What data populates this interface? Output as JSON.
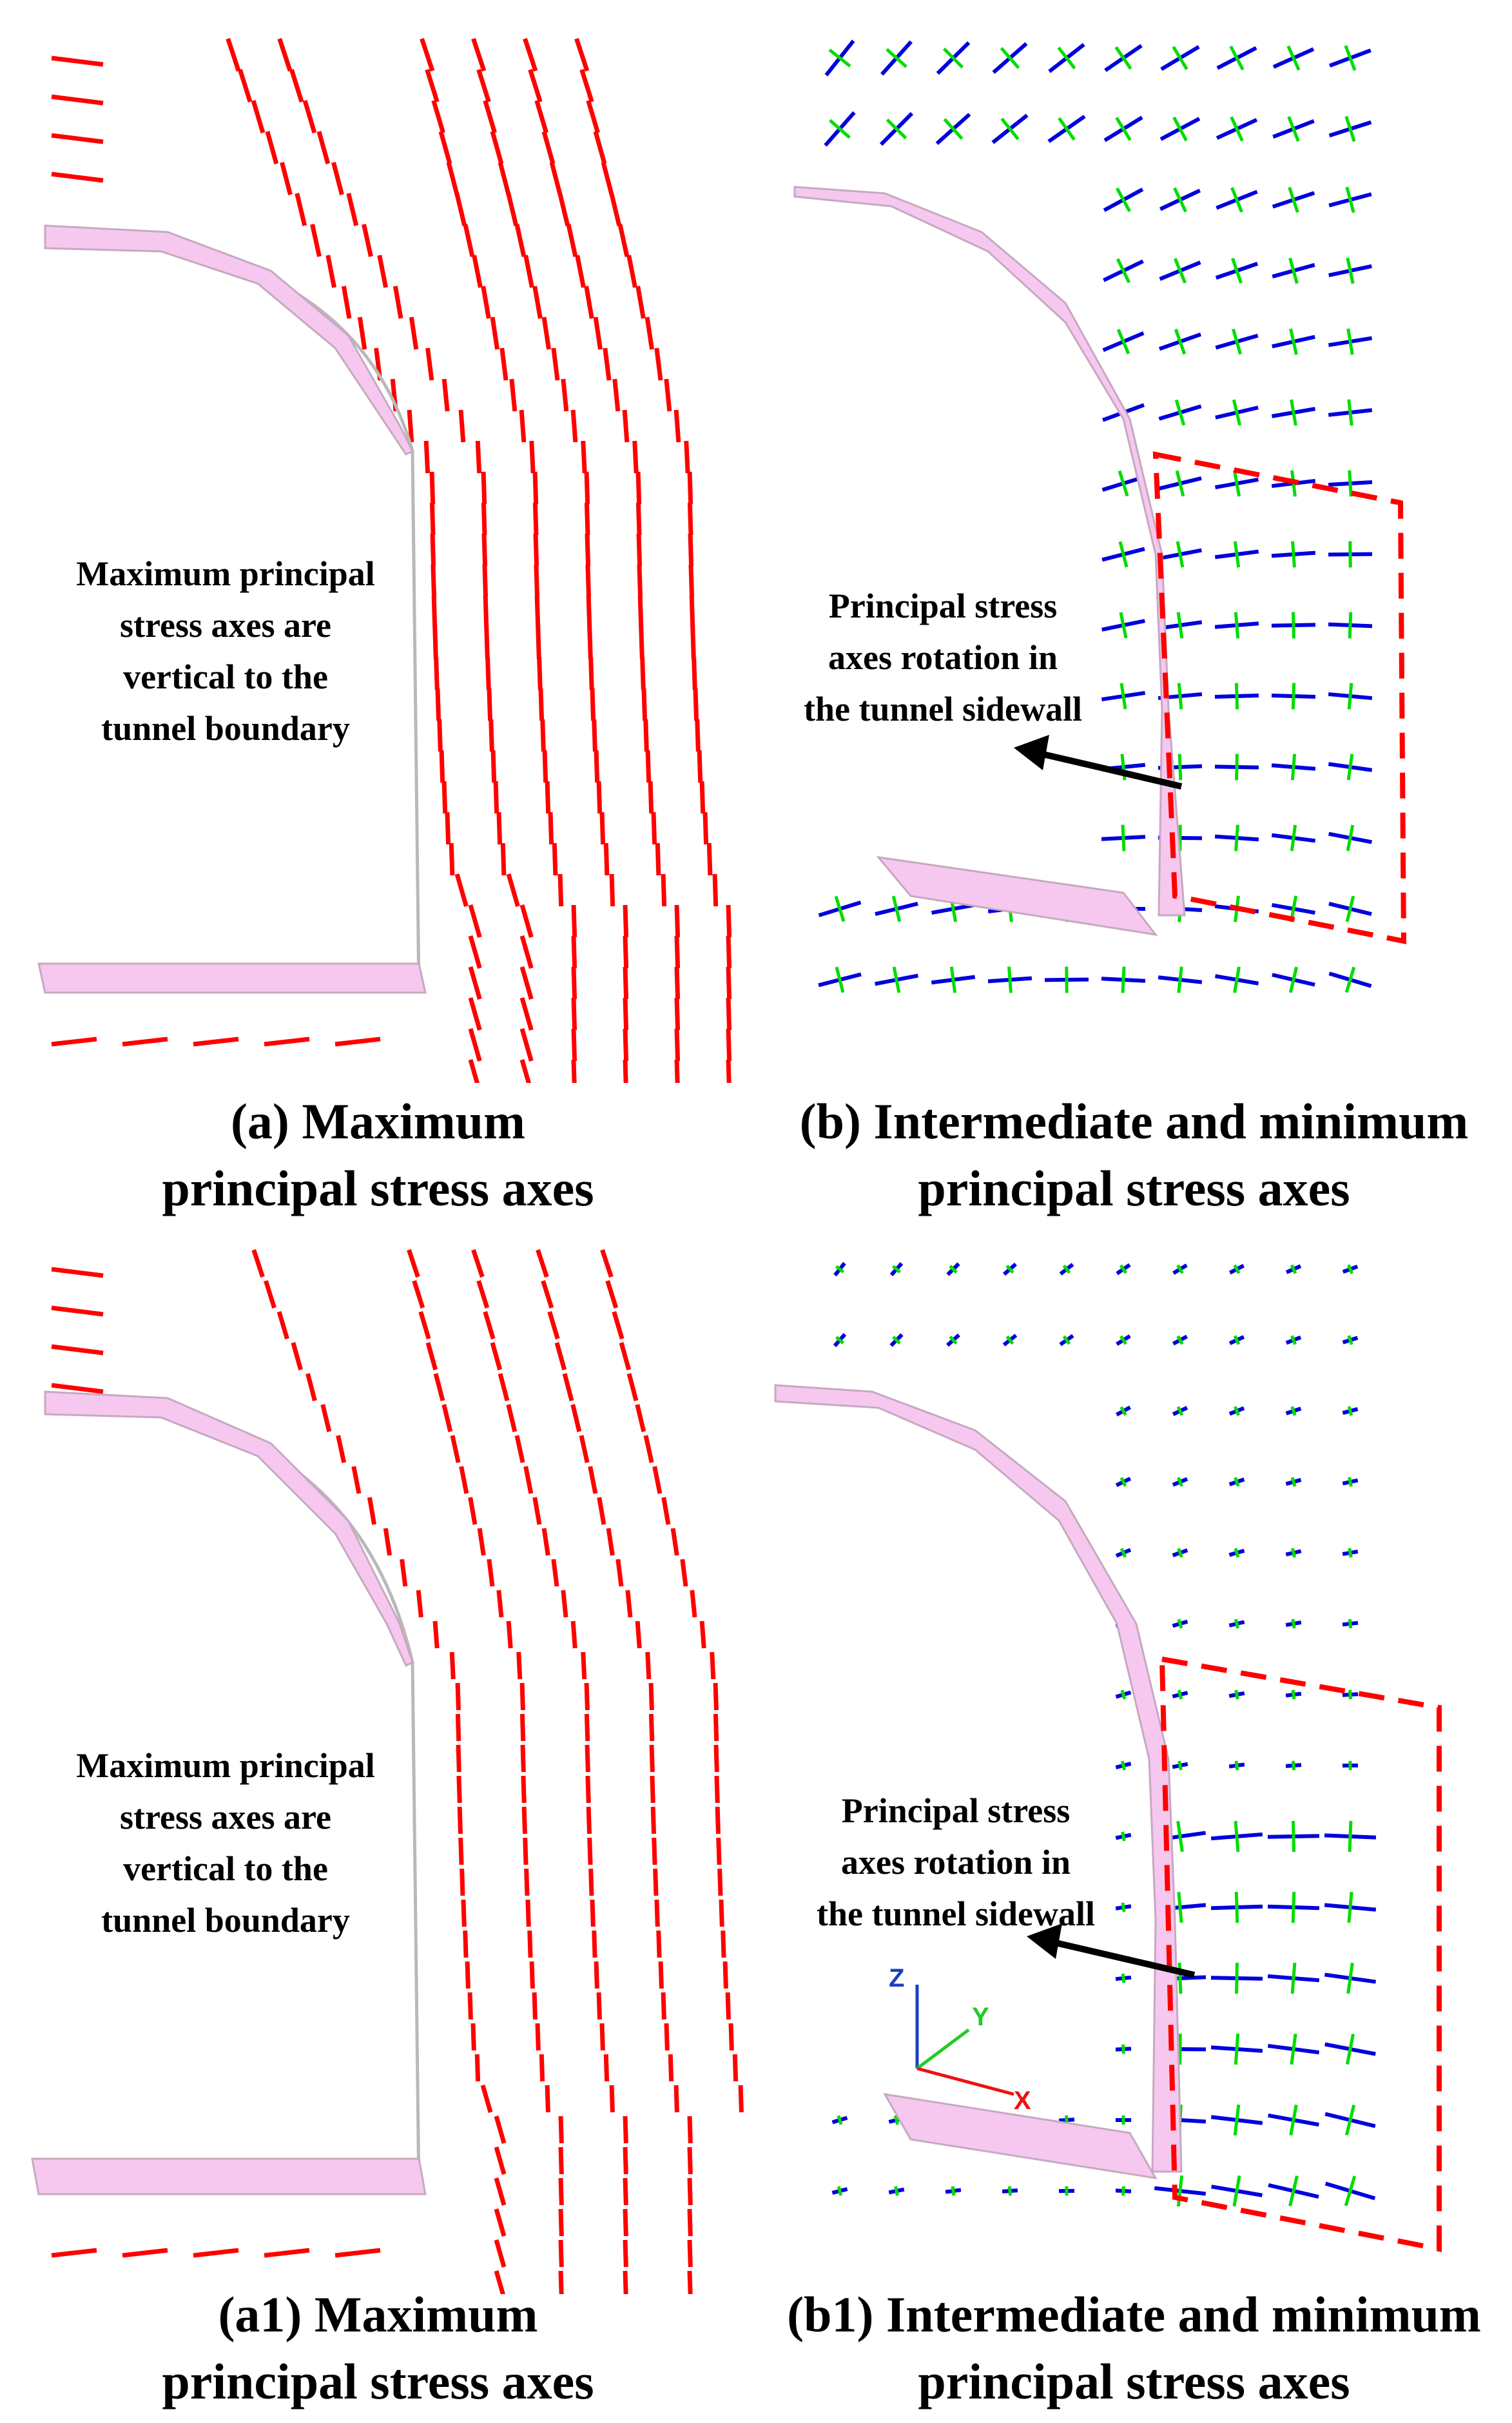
{
  "colors": {
    "max_axes": "#ff0000",
    "intermediate_axes": "#0000dd",
    "minimum_axes": "#00dd00",
    "tunnel_fill": "#f7c8ef",
    "tunnel_edge": "#c6a9c1",
    "highlight_box": "#ff0000",
    "arrow": "#000000"
  },
  "panels": [
    {
      "id": "a",
      "caption_line1": "(a) Maximum",
      "caption_line2": "principal stress axes",
      "note": [
        "Maximum principal",
        "stress axes are",
        "vertical to the",
        "tunnel boundary"
      ]
    },
    {
      "id": "b",
      "caption_line1": "(b) Intermediate and minimum",
      "caption_line2": "principal stress axes",
      "note": [
        "Principal stress",
        "axes rotation in",
        "the tunnel sidewall"
      ]
    },
    {
      "id": "a1",
      "caption_line1": "(a1) Maximum",
      "caption_line2": "principal stress axes",
      "note": [
        "Maximum principal",
        "stress axes are",
        "vertical to the",
        "tunnel boundary"
      ]
    },
    {
      "id": "b1",
      "caption_line1": "(b1) Intermediate and minimum",
      "caption_line2": "principal stress axes",
      "note": [
        "Principal stress",
        "axes rotation in",
        "the tunnel sidewall"
      ]
    }
  ],
  "coordinate_axes": {
    "z": "Z",
    "y": "Y",
    "x": "X",
    "z_color": "#1a3fbf",
    "y_color": "#22cc22",
    "x_color": "#ee1111"
  }
}
